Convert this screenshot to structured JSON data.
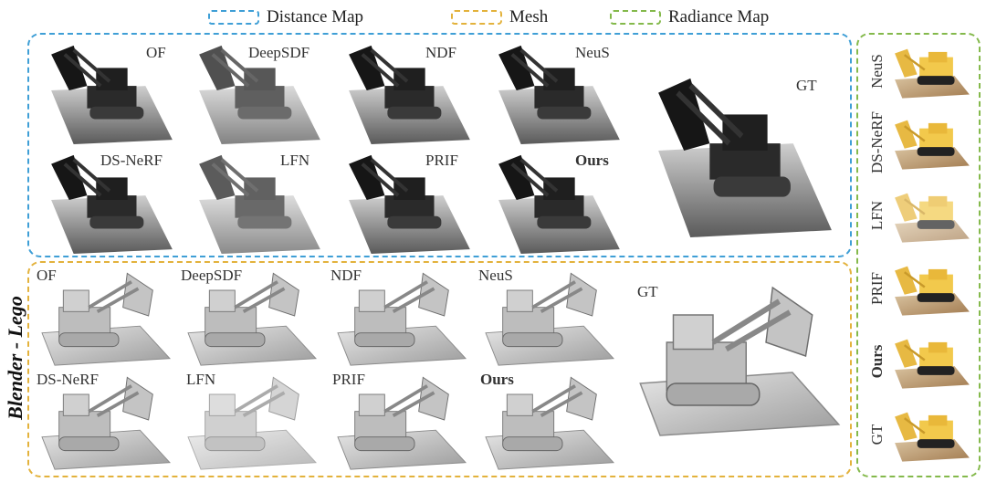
{
  "legend": {
    "distance": {
      "label": "Distance Map",
      "color": "#3f9fd6"
    },
    "mesh": {
      "label": "Mesh",
      "color": "#e3b23c"
    },
    "radiance": {
      "label": "Radiance Map",
      "color": "#84b94b"
    }
  },
  "side_label": "Blender - Lego",
  "distance_map": {
    "top_row": [
      "OF",
      "DeepSDF",
      "NDF",
      "NeuS"
    ],
    "bottom_row": [
      "DS-NeRF",
      "LFN",
      "PRIF",
      "Ours"
    ],
    "gt_label": "GT"
  },
  "mesh": {
    "top_row": [
      "OF",
      "DeepSDF",
      "NDF",
      "NeuS"
    ],
    "bottom_row": [
      "DS-NeRF",
      "LFN",
      "PRIF",
      "Ours"
    ],
    "gt_label": "GT"
  },
  "radiance_map": {
    "labels": [
      "NeuS",
      "DS-NeRF",
      "LFN",
      "PRIF",
      "Ours",
      "GT"
    ]
  }
}
